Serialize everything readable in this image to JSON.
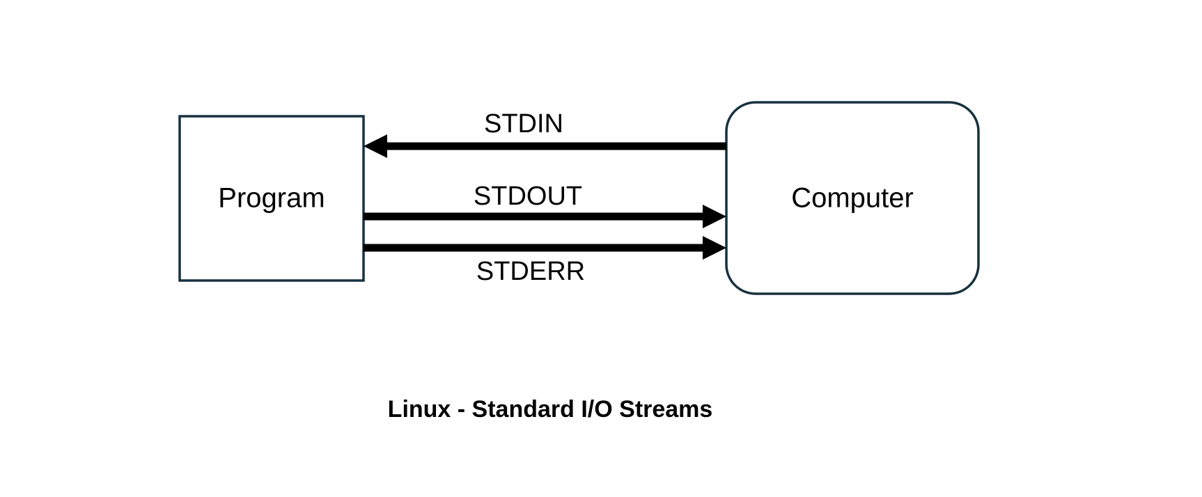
{
  "diagram": {
    "title": "Linux - Standard I/O Streams",
    "nodes": [
      {
        "id": "program",
        "label": "Program",
        "shape": "rectangle"
      },
      {
        "id": "computer",
        "label": "Computer",
        "shape": "rounded-rectangle"
      }
    ],
    "edges": [
      {
        "id": "stdin",
        "label": "STDIN",
        "from": "computer",
        "to": "program",
        "direction": "right-to-left"
      },
      {
        "id": "stdout",
        "label": "STDOUT",
        "from": "program",
        "to": "computer",
        "direction": "left-to-right"
      },
      {
        "id": "stderr",
        "label": "STDERR",
        "from": "program",
        "to": "computer",
        "direction": "left-to-right"
      }
    ],
    "colors": {
      "background": "#ffffff",
      "box_stroke": "#17313f",
      "box_fill": "#ffffff",
      "arrow": "#000000",
      "text": "#000000"
    }
  }
}
